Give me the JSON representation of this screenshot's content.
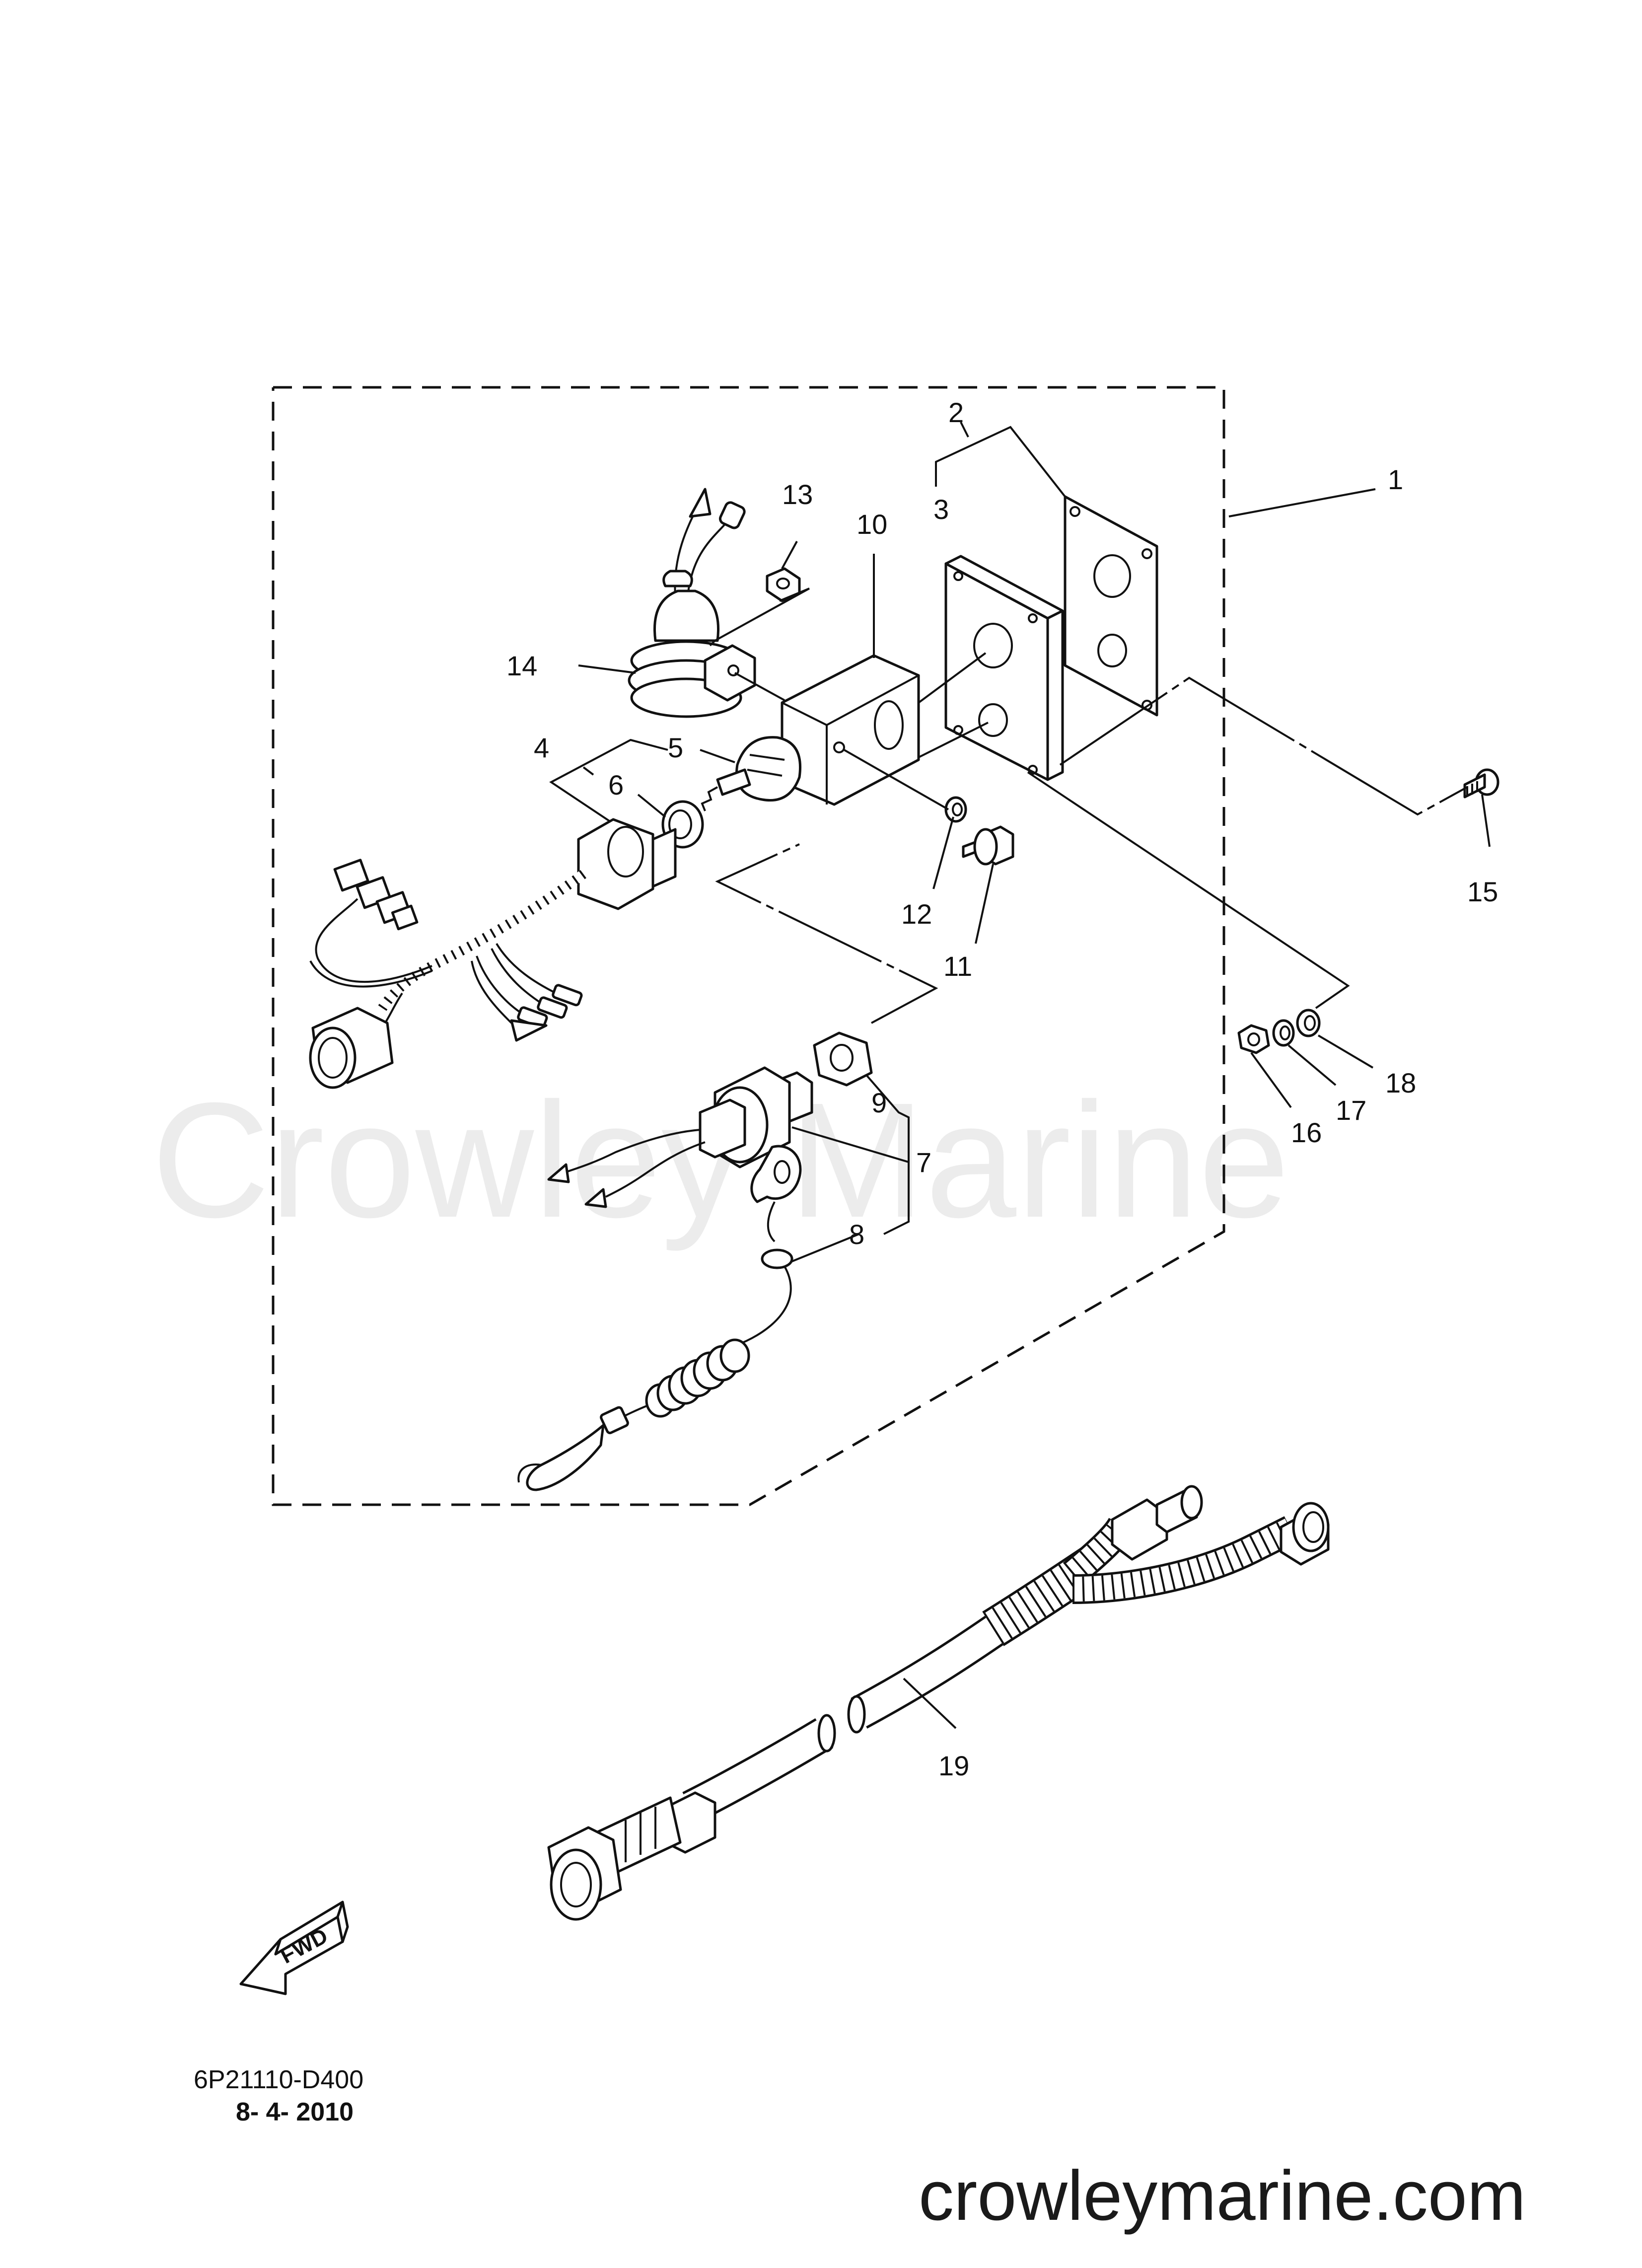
{
  "watermark": "Crowley Marine",
  "site": "crowleymarine.com",
  "diagram_code": "6P21110-D400",
  "diagram_date": "8- 4- 2010",
  "fwd_label": "FWD",
  "callouts": [
    {
      "id": "1",
      "label": "1"
    },
    {
      "id": "2",
      "label": "2"
    },
    {
      "id": "3",
      "label": "3"
    },
    {
      "id": "4",
      "label": "4"
    },
    {
      "id": "5",
      "label": "5"
    },
    {
      "id": "6",
      "label": "6"
    },
    {
      "id": "7",
      "label": "7"
    },
    {
      "id": "8",
      "label": "8"
    },
    {
      "id": "9",
      "label": "9"
    },
    {
      "id": "10",
      "label": "10"
    },
    {
      "id": "11",
      "label": "11"
    },
    {
      "id": "12",
      "label": "12"
    },
    {
      "id": "13",
      "label": "13"
    },
    {
      "id": "14",
      "label": "14"
    },
    {
      "id": "15",
      "label": "15"
    },
    {
      "id": "16",
      "label": "16"
    },
    {
      "id": "17",
      "label": "17"
    },
    {
      "id": "18",
      "label": "18"
    },
    {
      "id": "19",
      "label": "19"
    }
  ]
}
